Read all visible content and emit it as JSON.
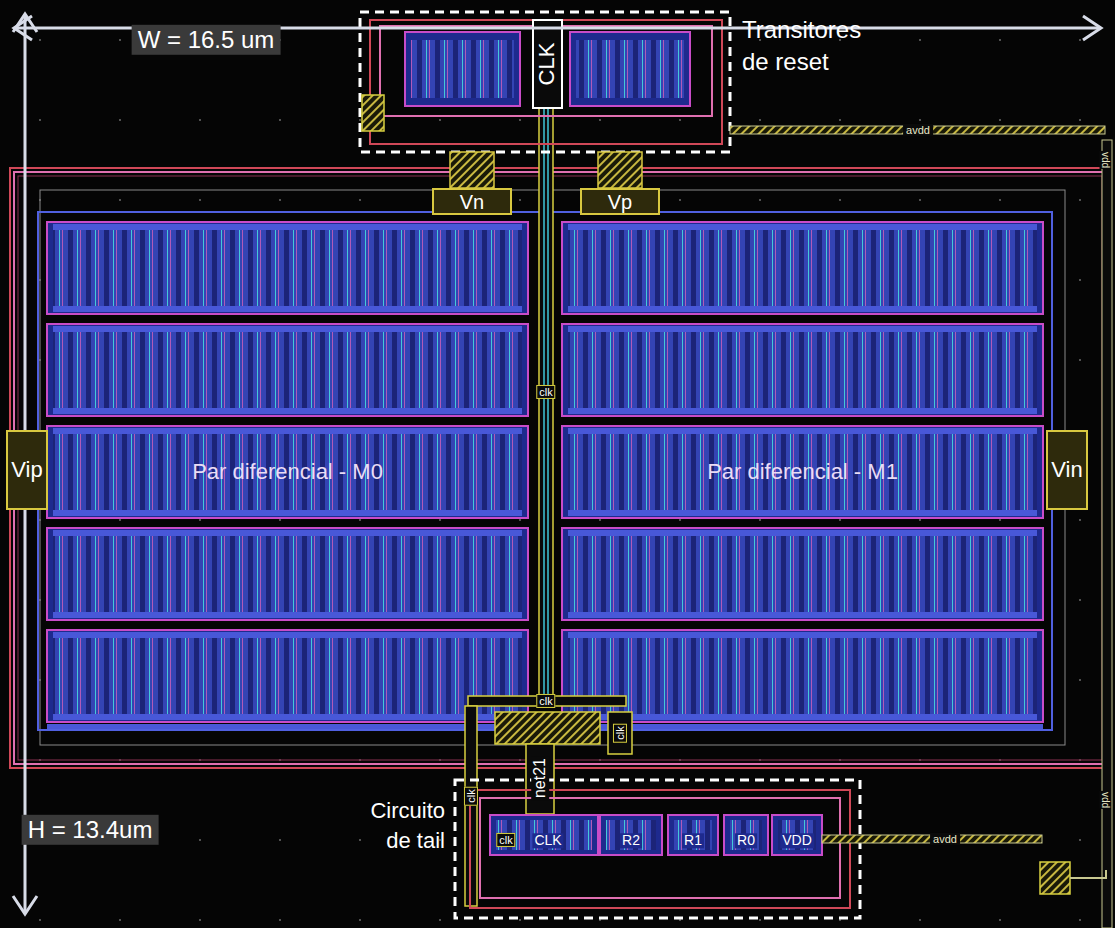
{
  "diagram": {
    "nodes": [
      {
        "text": [
          "Transitores de reset"
        ]
      },
      {
        "text": [
          "Par diferencial - M0"
        ]
      },
      {
        "text": [
          "Par diferencial - M1"
        ]
      },
      {
        "text": [
          "Circuito de tail"
        ]
      },
      {
        "text": [
          "Vn"
        ]
      },
      {
        "text": [
          "Vp"
        ]
      },
      {
        "text": [
          "Vip"
        ]
      },
      {
        "text": [
          "Vin"
        ]
      }
    ],
    "edges": [
      {
        "from": 0,
        "to": 4,
        "arrow": "none"
      },
      {
        "from": 0,
        "to": 5,
        "arrow": "none"
      }
    ],
    "labels": [
      "W = 16.5 um",
      "H = 13.4um",
      "CLK",
      "clk",
      "clk",
      "clk",
      "net21",
      "clk",
      "clk",
      "CLK",
      "R2",
      "R1",
      "R0",
      "VDD",
      "avdd",
      "avdd",
      "vdd",
      "vdd"
    ]
  }
}
